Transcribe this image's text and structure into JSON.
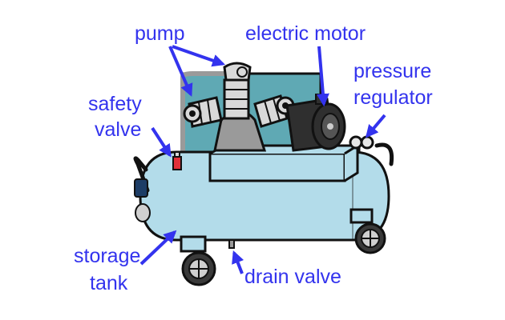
{
  "colors": {
    "label": "#3333ee",
    "arrow": "#3333ee",
    "tank": "#b3dcea",
    "frame_panel": "#5fa9b4",
    "outline": "#111111",
    "metal": "#9a9a9a",
    "metal_light": "#d9d9d9",
    "motor": "#2f2f2f",
    "wheel": "#3a3a3a",
    "wheel_hub": "#cfcfcf",
    "safety_valve_cap": "#e0303a"
  },
  "labels": {
    "pump": "pump",
    "electric_motor": "electric motor",
    "pressure_line1": "pressure",
    "pressure_line2": "regulator",
    "safety_line1": "safety",
    "safety_line2": "valve",
    "storage_line1": "storage",
    "storage_line2": "tank",
    "drain_valve": "drain valve"
  }
}
